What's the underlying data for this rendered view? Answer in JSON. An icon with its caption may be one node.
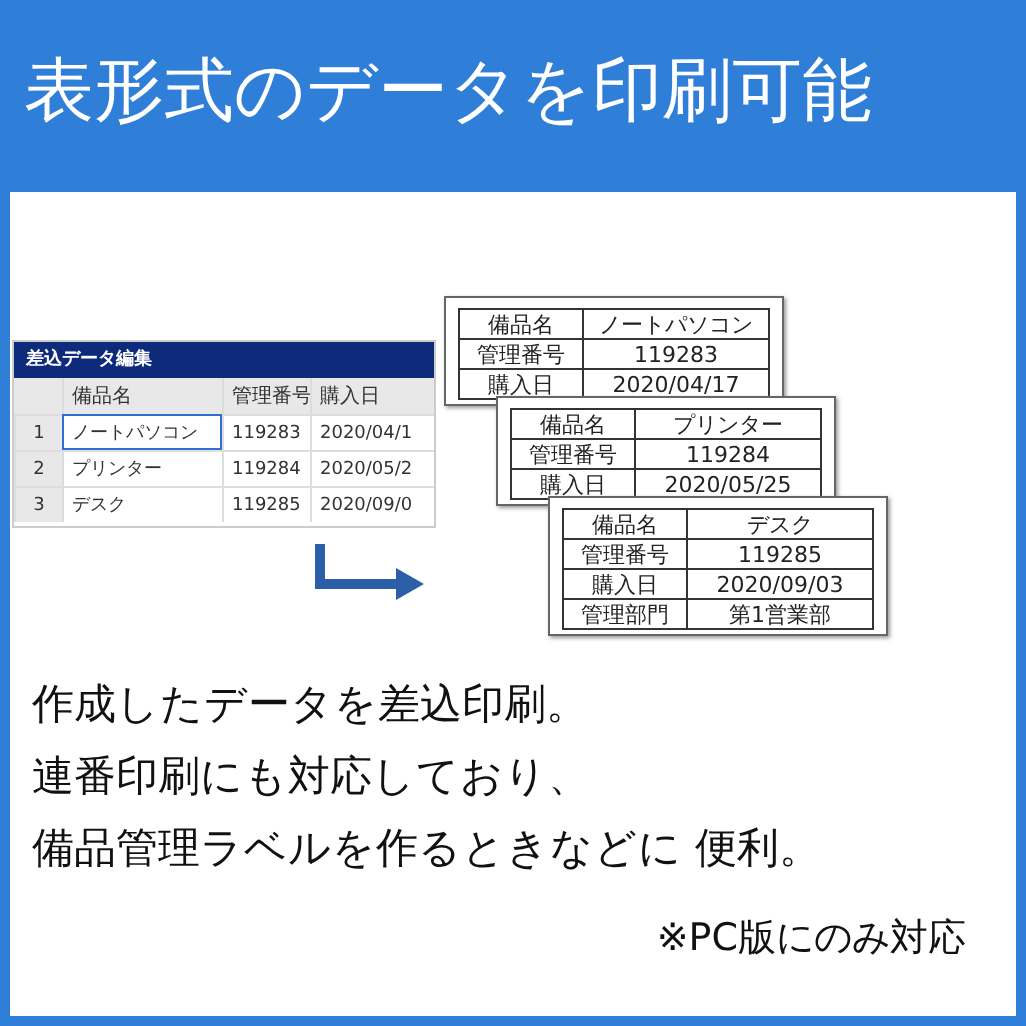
{
  "diagram": {
    "title": "表形式のデータを印刷可能",
    "labels": [
      "差込データ編集",
      "備品名",
      "管理番号",
      "購入日",
      "1",
      "ノートパソコン",
      "119283",
      "2020/04/1",
      "2",
      "プリンター",
      "119284",
      "2020/05/2",
      "3",
      "デスク",
      "119285",
      "2020/09/0",
      "備品名",
      "ノートパソコン",
      "管理番号",
      "119283",
      "購入日",
      "2020/04/17",
      "備品名",
      "プリンター",
      "管理番号",
      "119284",
      "購入日",
      "2020/05/25",
      "備品名",
      "デスク",
      "管理番号",
      "119285",
      "購入日",
      "2020/09/03",
      "管理部門",
      "第1営業部",
      "作成したデータを差込印刷。",
      "連番印刷にも対応しており、",
      "備品管理ラベルを作るときなどに 便利。",
      "※PC版にのみ対応"
    ]
  }
}
